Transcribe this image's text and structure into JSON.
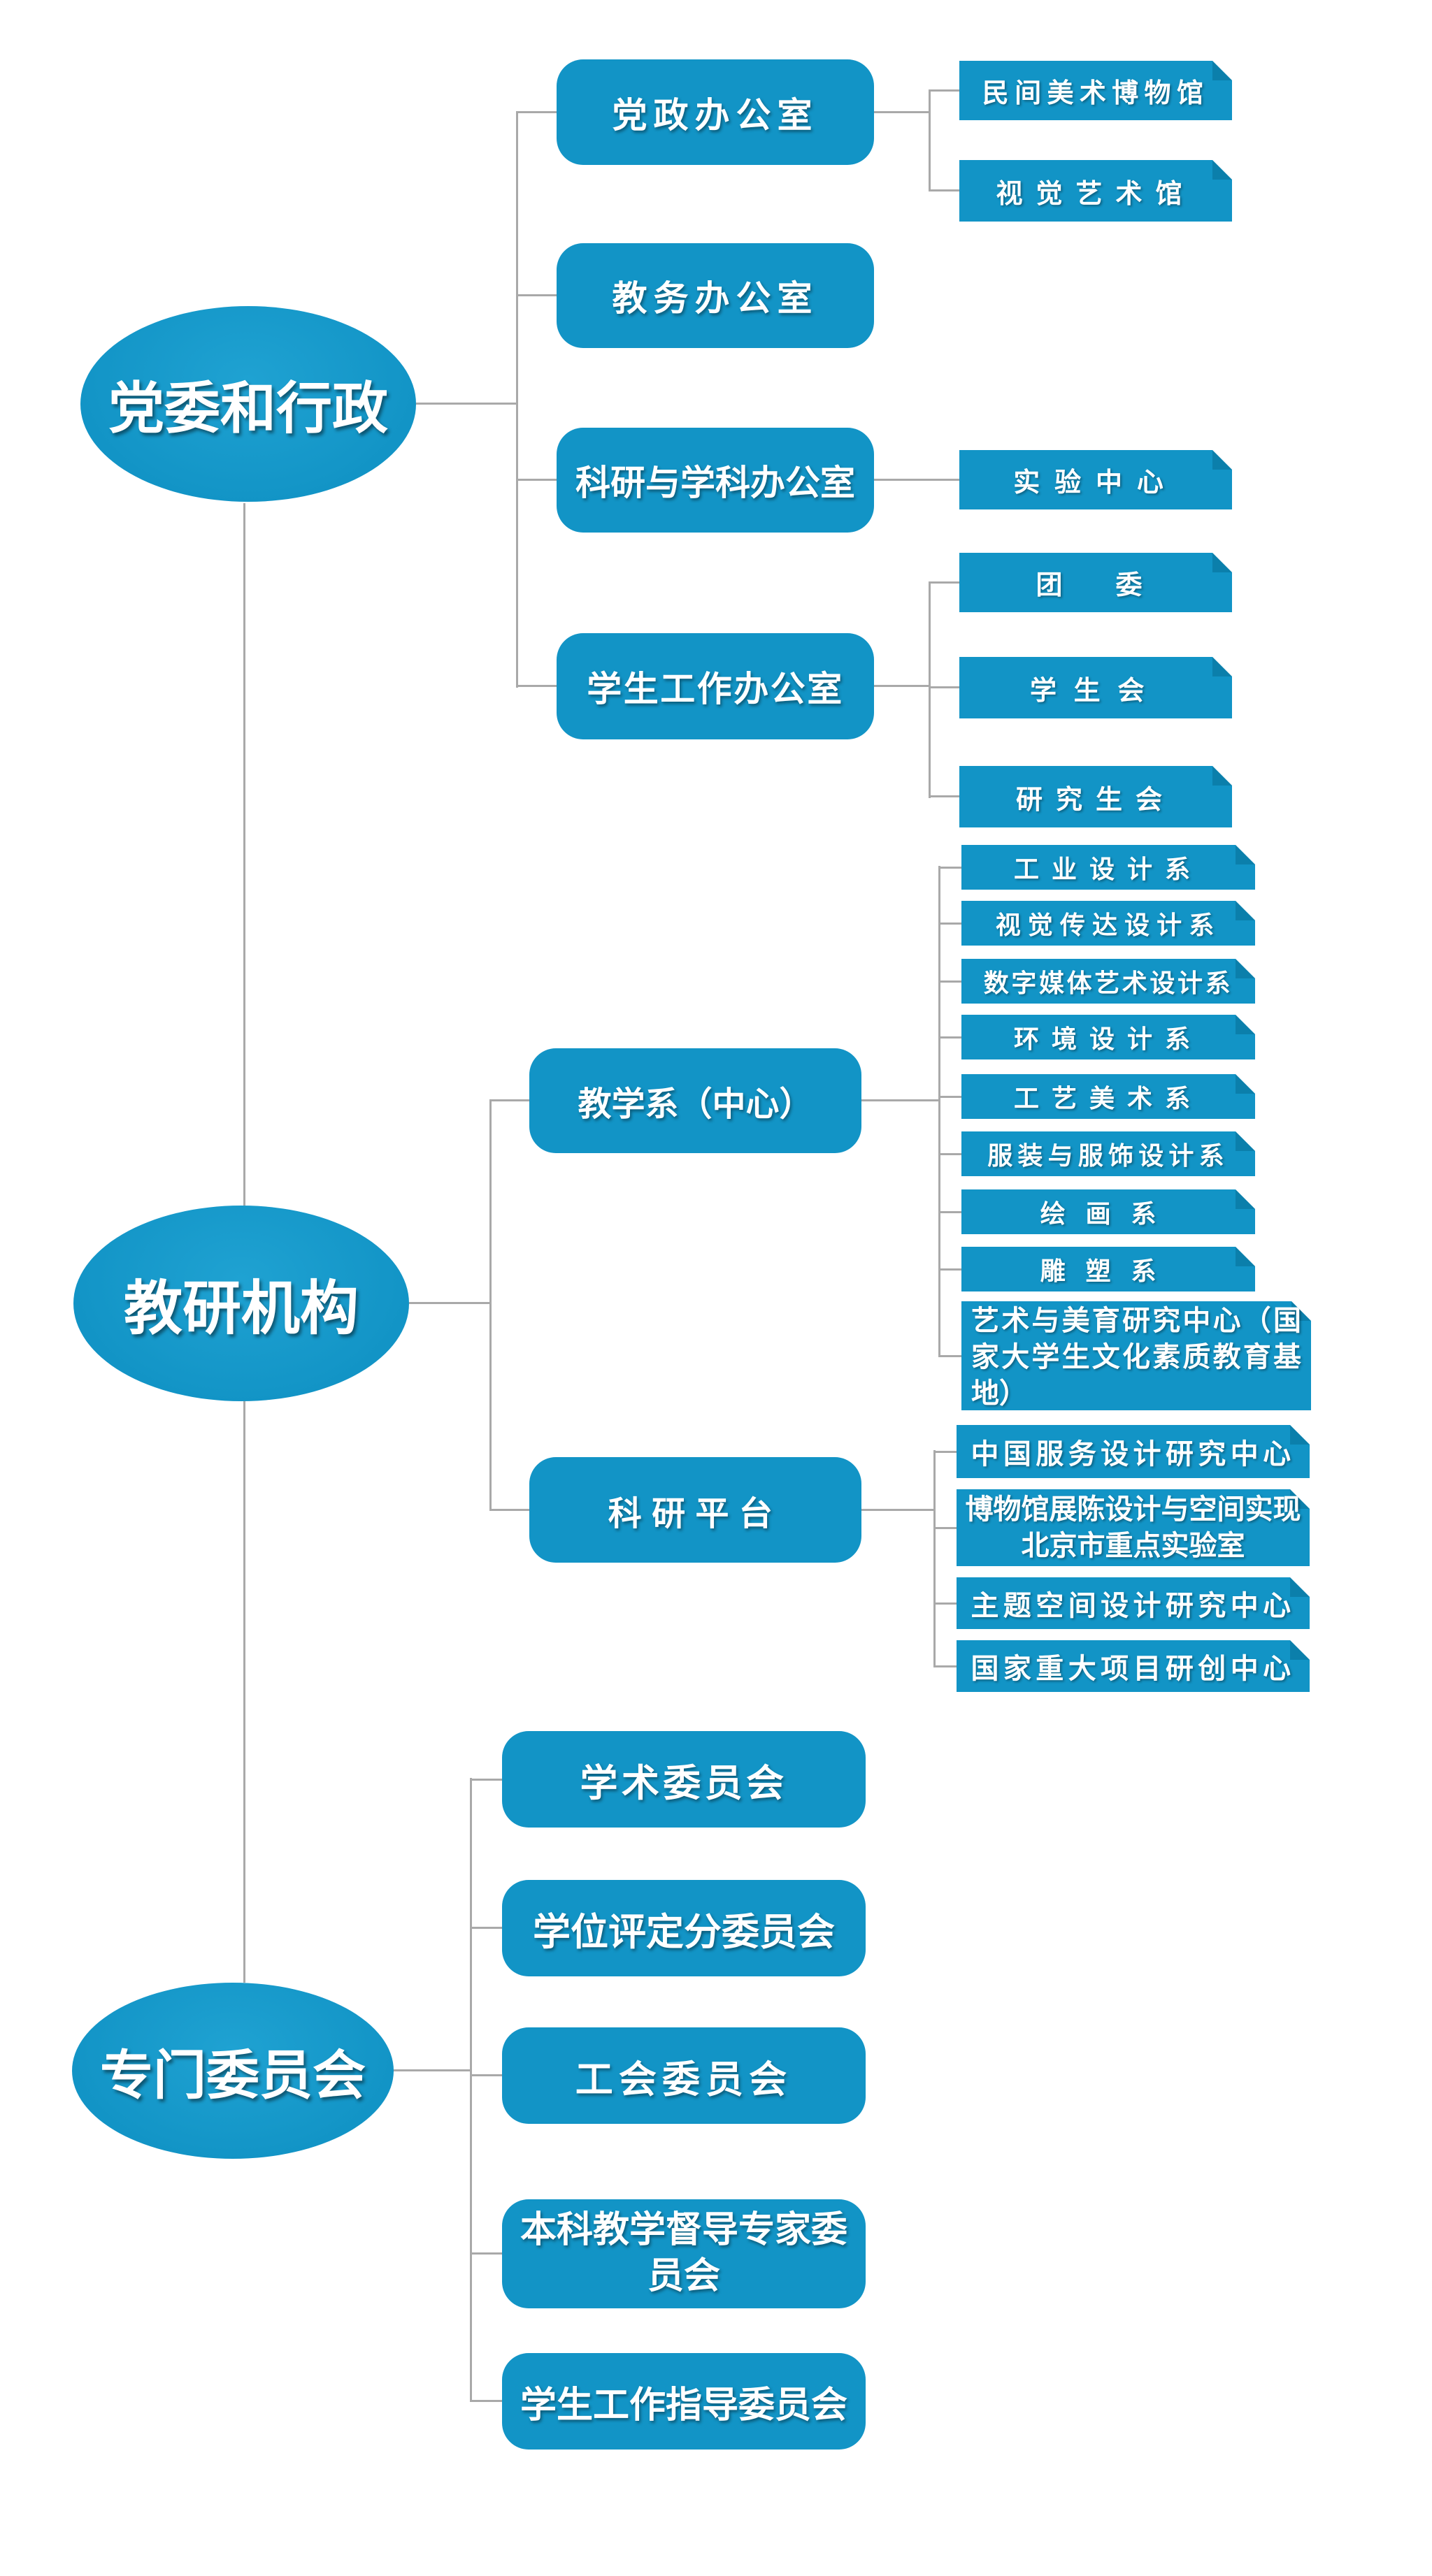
{
  "colors": {
    "node-fill": "#1294c6",
    "node-fold": "#0b7ba6",
    "connector": "#a9a9a9",
    "text": "#ffffff"
  },
  "ellipses": {
    "party_admin": "党委和行政",
    "teaching_research": "教研机构",
    "special_committees": "专门委员会"
  },
  "level2": {
    "party_gov_office": "党政办公室",
    "academic_affairs_office": "教务办公室",
    "research_discipline_office": "科研与学科办公室",
    "student_affairs_office": "学生工作办公室",
    "teaching_depts": "教学系（中心）",
    "research_platform": "科研平台",
    "academic_committee": "学术委员会",
    "degree_committee": "学位评定分委员会",
    "union_committee": "工会委员会",
    "supervision_committee": "本科教学督导专家委员会",
    "student_guidance_committee": "学生工作指导委员会"
  },
  "level3": {
    "folk_art_museum": "民间美术博物馆",
    "visual_art_gallery": "视觉艺术馆",
    "experiment_center": "实验中心",
    "youth_league": "团　委",
    "student_union": "学生会",
    "graduate_union": "研究生会",
    "industrial_design": "工业设计系",
    "visual_communication": "视觉传达设计系",
    "digital_media": "数字媒体艺术设计系",
    "environment_design": "环境设计系",
    "arts_crafts": "工艺美术系",
    "fashion_design": "服装与服饰设计系",
    "painting": "绘画系",
    "sculpture": "雕塑系",
    "art_aesthetic_center": "艺术与美育研究中心（国家大学生文化素质教育基地）",
    "service_design_center": "中国服务设计研究中心",
    "museum_lab": "博物馆展陈设计与空间实现北京市重点实验室",
    "theme_space_center": "主题空间设计研究中心",
    "national_projects_center": "国家重大项目研创中心"
  }
}
